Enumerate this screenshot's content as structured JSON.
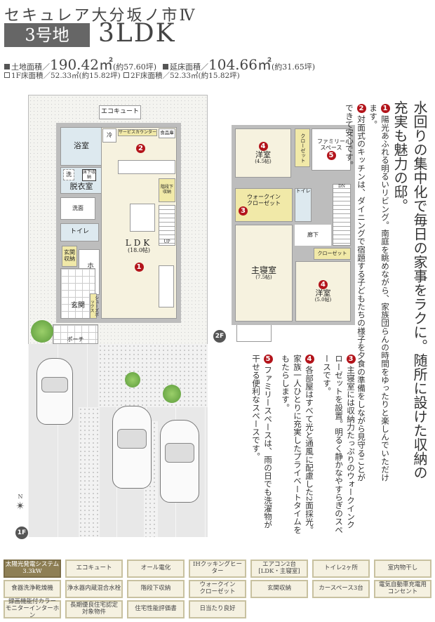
{
  "header": {
    "title": "セキュレア大分坂ノ市Ⅳ",
    "lot": "3号地",
    "layout": "3LDK"
  },
  "areas": {
    "land_label": "土地面積／",
    "land_value": "190.42㎡",
    "land_tsubo": "(約57.60坪)",
    "total_label": "延床面積／",
    "total_value": "104.66㎡",
    "total_tsubo": "(約31.65坪)",
    "f1": "1F床面積／52.33㎡(約15.82坪)",
    "f2": "2F床面積／52.33㎡(約15.82坪)"
  },
  "floor1": {
    "badge": "1F",
    "eco": "エコキュート",
    "bath": "浴室",
    "dressing": "脱衣室",
    "wash": "洗",
    "underfloor": "床下収納",
    "washstand": "洗面",
    "toilet": "トイレ",
    "entrance_storage": "玄関収納",
    "hall": "ホール",
    "entrance": "玄関",
    "shoebox": "シューズボックス",
    "porch": "ポーチ",
    "fridge": "冷",
    "service_counter": "サービスカウンター",
    "pantry": "食品庫",
    "under_stairs": "階段下収納",
    "ldk": "LDK",
    "ldk_size": "(18.0帖)",
    "up": "UP",
    "compass": "N"
  },
  "floor2": {
    "badge": "2F",
    "closet": "クローゼット",
    "family_space": "ファミリースペース",
    "western1": "洋室",
    "western1_size": "(4.5帖)",
    "wic": "ウォークインクローゼット",
    "toilet": "トイレ",
    "dn": "DN",
    "hallway": "廊下",
    "master": "主寝室",
    "master_size": "(7.5帖)",
    "closet2": "クローゼット",
    "western2": "洋室",
    "western2_size": "(5.0帖)"
  },
  "copy": {
    "headline": "水回りの集中化で毎日の家事をラクに。随所に設けた収納の充実も魅力の邸。",
    "points": [
      {
        "n": "1",
        "text": "陽光あふれる明るいリビング。南庭を眺めながら、家族団らんの時間をゆったりと楽しんでいただけます。"
      },
      {
        "n": "2",
        "text": "対面式のキッチンは、ダイニングで宿題する子どもたちの様子を夕食の準備をしながら見守ることができて安心です。"
      },
      {
        "n": "3",
        "text": "主寝室には収納力たっぷりのウォークインクローゼットを設置。明るく静かなやすらぎのスペースです。"
      },
      {
        "n": "4",
        "text": "各部屋はすべて光と通風に配慮した2面採光。家族一人ひとりに充実したプライベートタイムをもたらします。"
      },
      {
        "n": "5",
        "text": "ファミリースペースは、雨の日でも洗濯物が干せる便利なスペースです。"
      }
    ]
  },
  "features": [
    {
      "label": "太陽光発電システム\n3.3kW",
      "highlight": true
    },
    {
      "label": "エコキュート"
    },
    {
      "label": "オール電化"
    },
    {
      "label": "IHクッキングヒーター"
    },
    {
      "label": "エアコン2台\n[LDK・主寝室]"
    },
    {
      "label": "トイレ2ヶ所"
    },
    {
      "label": "室内物干し"
    },
    {
      "label": "食器洗浄乾燥機"
    },
    {
      "label": "浄水器内蔵混合水栓"
    },
    {
      "label": "階段下収納"
    },
    {
      "label": "ウォークイン\nクローゼット"
    },
    {
      "label": "玄関収納"
    },
    {
      "label": "カースペース3台"
    },
    {
      "label": "電気自動車充電用\nコンセント"
    },
    {
      "label": "録画機能付カラー\nモニターインターホン"
    },
    {
      "label": "長期優良住宅認定\n対象物件"
    },
    {
      "label": "住宅性能評価書"
    },
    {
      "label": "日当たり良好"
    }
  ],
  "colors": {
    "accent_red": "#b3141b",
    "feature_bg": "#f5f1e1",
    "feature_highlight": "#8e7f55",
    "title_box": "#666666"
  }
}
